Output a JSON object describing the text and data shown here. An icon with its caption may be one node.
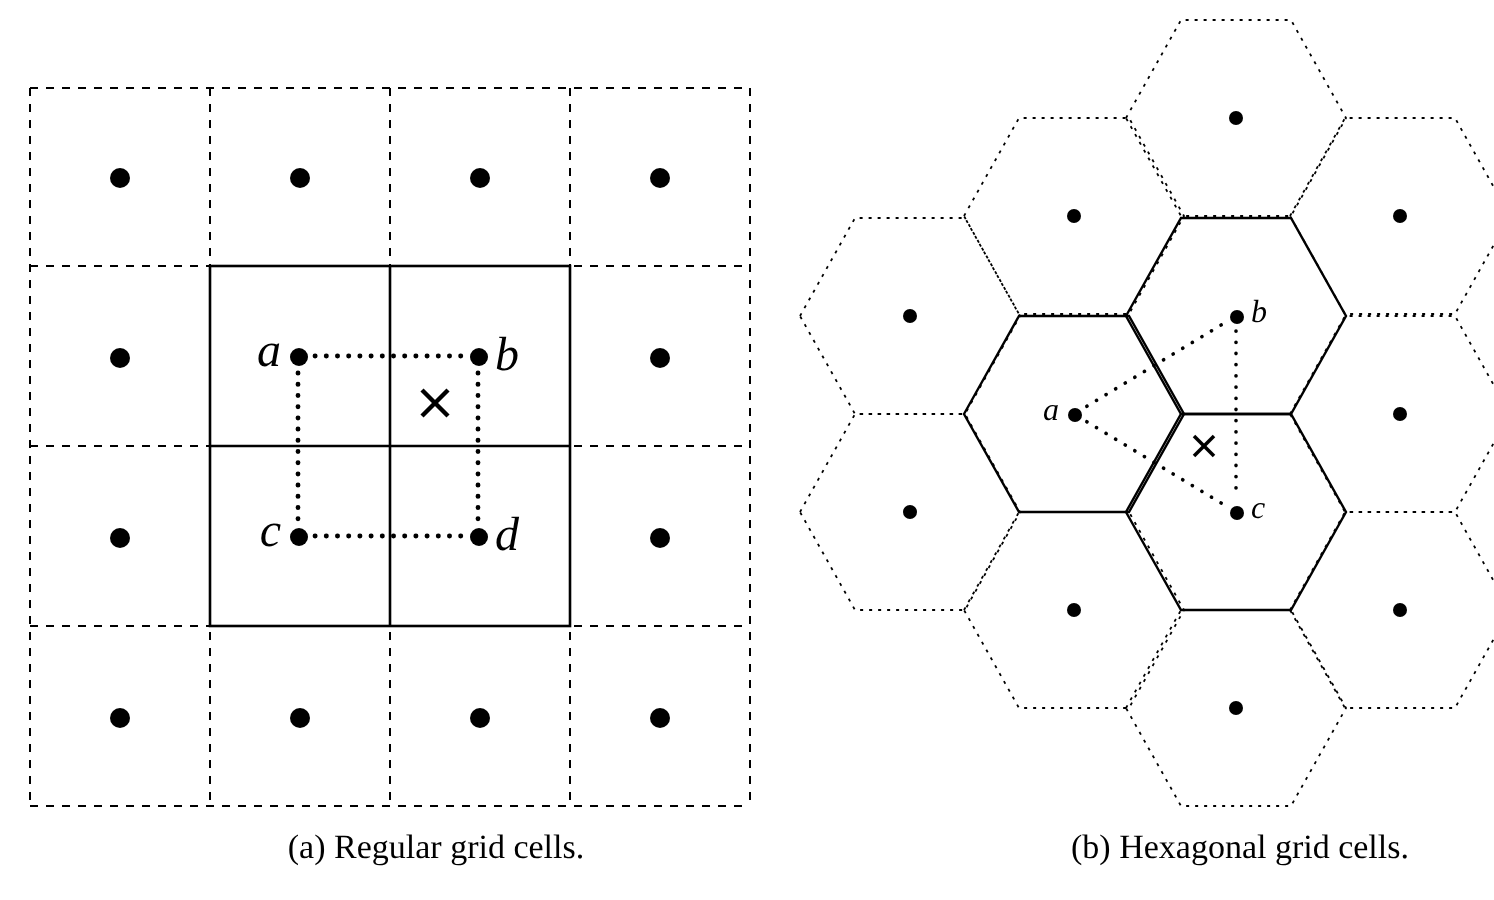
{
  "diagram": {
    "nodes": [
      {
        "text": [],
        "shape": "circle",
        "beside": [
          "a"
        ]
      },
      {
        "text": [],
        "shape": "circle",
        "beside": [
          "b"
        ]
      },
      {
        "text": [],
        "shape": "circle",
        "beside": [
          "c"
        ]
      },
      {
        "text": [],
        "shape": "circle",
        "beside": [
          "d"
        ]
      },
      {
        "text": [],
        "shape": "circle",
        "beside": [
          "a"
        ]
      },
      {
        "text": [],
        "shape": "circle",
        "beside": [
          "b"
        ]
      },
      {
        "text": [],
        "shape": "circle",
        "beside": [
          "c"
        ]
      }
    ],
    "edges": [
      {
        "from": 0,
        "to": 1,
        "arrow": "none",
        "style": "dashed"
      },
      {
        "from": 0,
        "to": 2,
        "arrow": "none",
        "style": "dashed"
      },
      {
        "from": 1,
        "to": 3,
        "arrow": "none",
        "style": "dashed"
      },
      {
        "from": 2,
        "to": 3,
        "arrow": "none",
        "style": "dashed"
      },
      {
        "from": 4,
        "to": 5,
        "arrow": "none",
        "style": "dashed"
      },
      {
        "from": 4,
        "to": 6,
        "arrow": "none",
        "style": "dashed"
      },
      {
        "from": 5,
        "to": 6,
        "arrow": "none",
        "style": "dashed"
      }
    ],
    "labels": [
      "(a) Regular grid cells.",
      "(b) Hexagonal grid cells."
    ]
  }
}
